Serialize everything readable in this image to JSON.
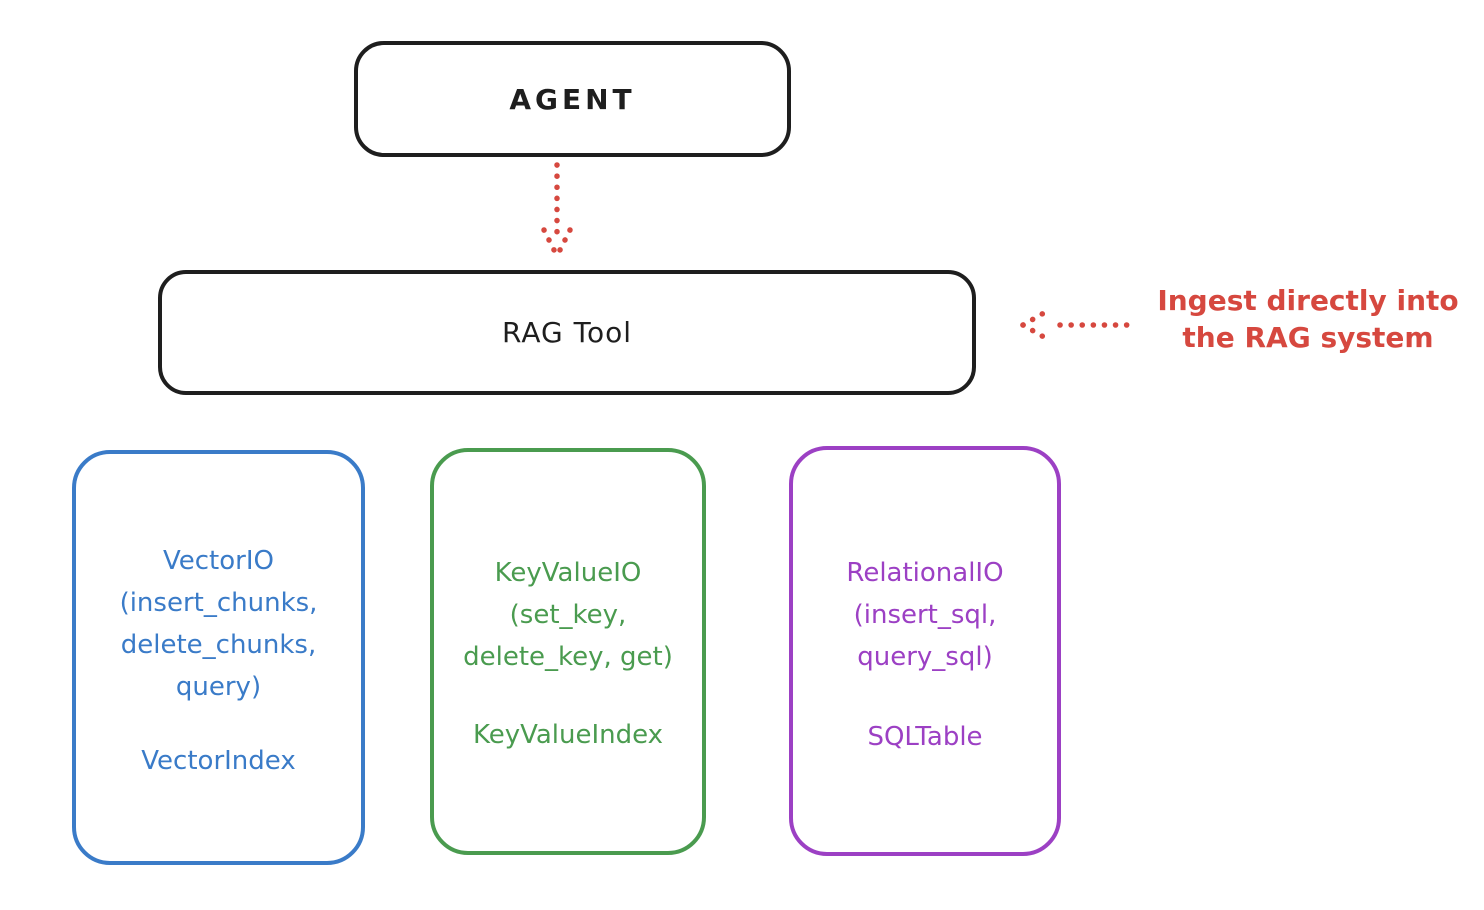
{
  "agent_box": {
    "label": "AGENT"
  },
  "rag_box": {
    "label": "RAG Tool"
  },
  "annotation": {
    "line1": "Ingest directly into",
    "line2": "the RAG system"
  },
  "storage_boxes": {
    "vector": {
      "line1": "VectorIO",
      "line2": "(insert_chunks,",
      "line3": "delete_chunks,",
      "line4": "query)",
      "subtitle": "VectorIndex",
      "color": "#3a7bc8"
    },
    "keyvalue": {
      "line1": "KeyValueIO",
      "line2": "(set_key,",
      "line3": "delete_key, get)",
      "subtitle": "KeyValueIndex",
      "color": "#4a9b4f"
    },
    "relational": {
      "line1": "RelationalIO",
      "line2": "(insert_sql,",
      "line3": "query_sql)",
      "subtitle": "SQLTable",
      "color": "#9c40c4"
    }
  },
  "colors": {
    "stroke": "#1e1e1e",
    "red": "#d6483f",
    "blue": "#3a7bc8",
    "green": "#4a9b4f",
    "purple": "#9c40c4",
    "background": "#ffffff"
  }
}
